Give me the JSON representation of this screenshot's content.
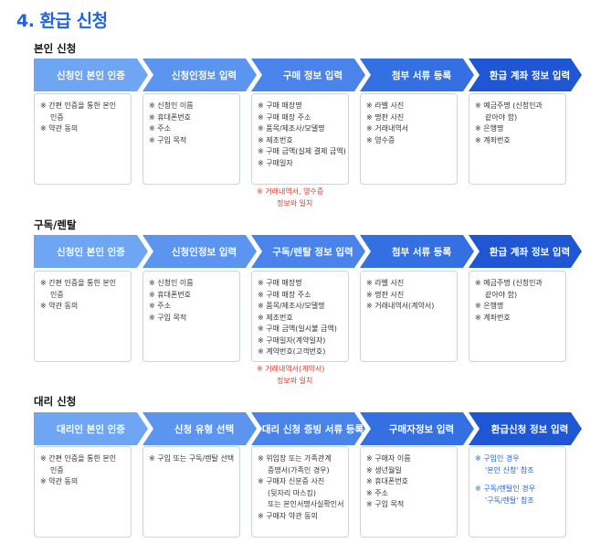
{
  "page_title": "4. 환급 신청",
  "sections": [
    {
      "title": "본인 신청",
      "steps": [
        "신청인 본인 인증",
        "신청인정보 입력",
        "구매 정보 입력",
        "첨부 서류 등록",
        "환급 계좌 정보 입력"
      ],
      "cards": [
        [
          "※ 간편 인증을 통한 본인",
          "인증",
          "※ 약관 동의"
        ],
        [
          "※ 신청인 이름",
          "※ 휴대폰번호",
          "※ 주소",
          "※ 구입 목적"
        ],
        [
          "※ 구매 매장명",
          "※ 구매 매장 주소",
          "※ 품목/제조사/모델명",
          "※ 제조번호",
          "※ 구매 금액(실제 결제 금액)",
          "※ 구매일자"
        ],
        [
          "※ 라벨 사진",
          "※ 명판 사진",
          "※ 거래내역서",
          "※ 영수증"
        ],
        [
          "※ 예금주명 (신청인과",
          "같아야 함)",
          "※ 은행명",
          "※ 계좌번호"
        ]
      ],
      "note": [
        "※ 거래내역서, 영수증",
        "정보와 일치"
      ]
    },
    {
      "title": "구독/렌탈",
      "steps": [
        "신청인 본인 인증",
        "신청인정보 입력",
        "구독/렌탈 정보 입력",
        "첨부 서류 등록",
        "환급 계좌 정보 입력"
      ],
      "cards": [
        [
          "※ 간편 인증을 통한 본인",
          "인증",
          "※ 약관 동의"
        ],
        [
          "※ 신청인 이름",
          "※ 휴대폰번호",
          "※ 주소",
          "※ 구입 목적"
        ],
        [
          "※ 구매 매장명",
          "※ 구매 매장 주소",
          "※ 품목/제조사/모델명",
          "※ 제조번호",
          "※ 구매 금액(일시불 금액)",
          "※ 구매일자(계약일자)",
          "※ 계약번호(고객번호)"
        ],
        [
          "※ 라벨 사진",
          "※ 명판 사진",
          "※ 거래내역서(계약서)"
        ],
        [
          "※ 예금주명 (신청인과",
          "같아야 함)",
          "※ 은행명",
          "※ 계좌번호"
        ]
      ],
      "note": [
        "※ 거래내역서(계약서)",
        "정보와 일치"
      ]
    },
    {
      "title": "대리 신청",
      "steps": [
        "대리인 본인 인증",
        "신청 유형 선택",
        "대리 신청 증빙 서류 등록",
        "구매자정보 입력",
        "환급신청 정보 입력"
      ],
      "cards": [
        [
          "※ 간편 인증을 통한 본인",
          "인증",
          "※ 약관 동의"
        ],
        [
          "※ 구입 또는 구독/렌탈 선택"
        ],
        [
          "※ 위임장 또는 가족관계",
          "증명서(가족인 경우)",
          "※ 구매자 신분증 사진",
          "(뒷자리 마스킹)",
          "또는 본인서명사실확인서",
          "※ 구매자 약관 동의"
        ],
        [
          "※ 구매자 이름",
          "※ 생년월일",
          "※ 휴대폰번호",
          "※ 주소",
          "※ 구입 목적"
        ],
        [
          "※ 구입인 경우",
          "'본인 신청' 참조",
          "",
          "※ 구독/렌탈인 경우",
          "'구독/렌탈' 참조"
        ]
      ],
      "note": []
    }
  ],
  "colors": {
    "title": "#1e63e9",
    "step_gradient": [
      "#6fa6f3",
      "#5c95ef",
      "#4a84ea",
      "#3470e2",
      "#1f56d4"
    ],
    "border": "#c9d4e6",
    "note_red": "#d93a2b"
  }
}
